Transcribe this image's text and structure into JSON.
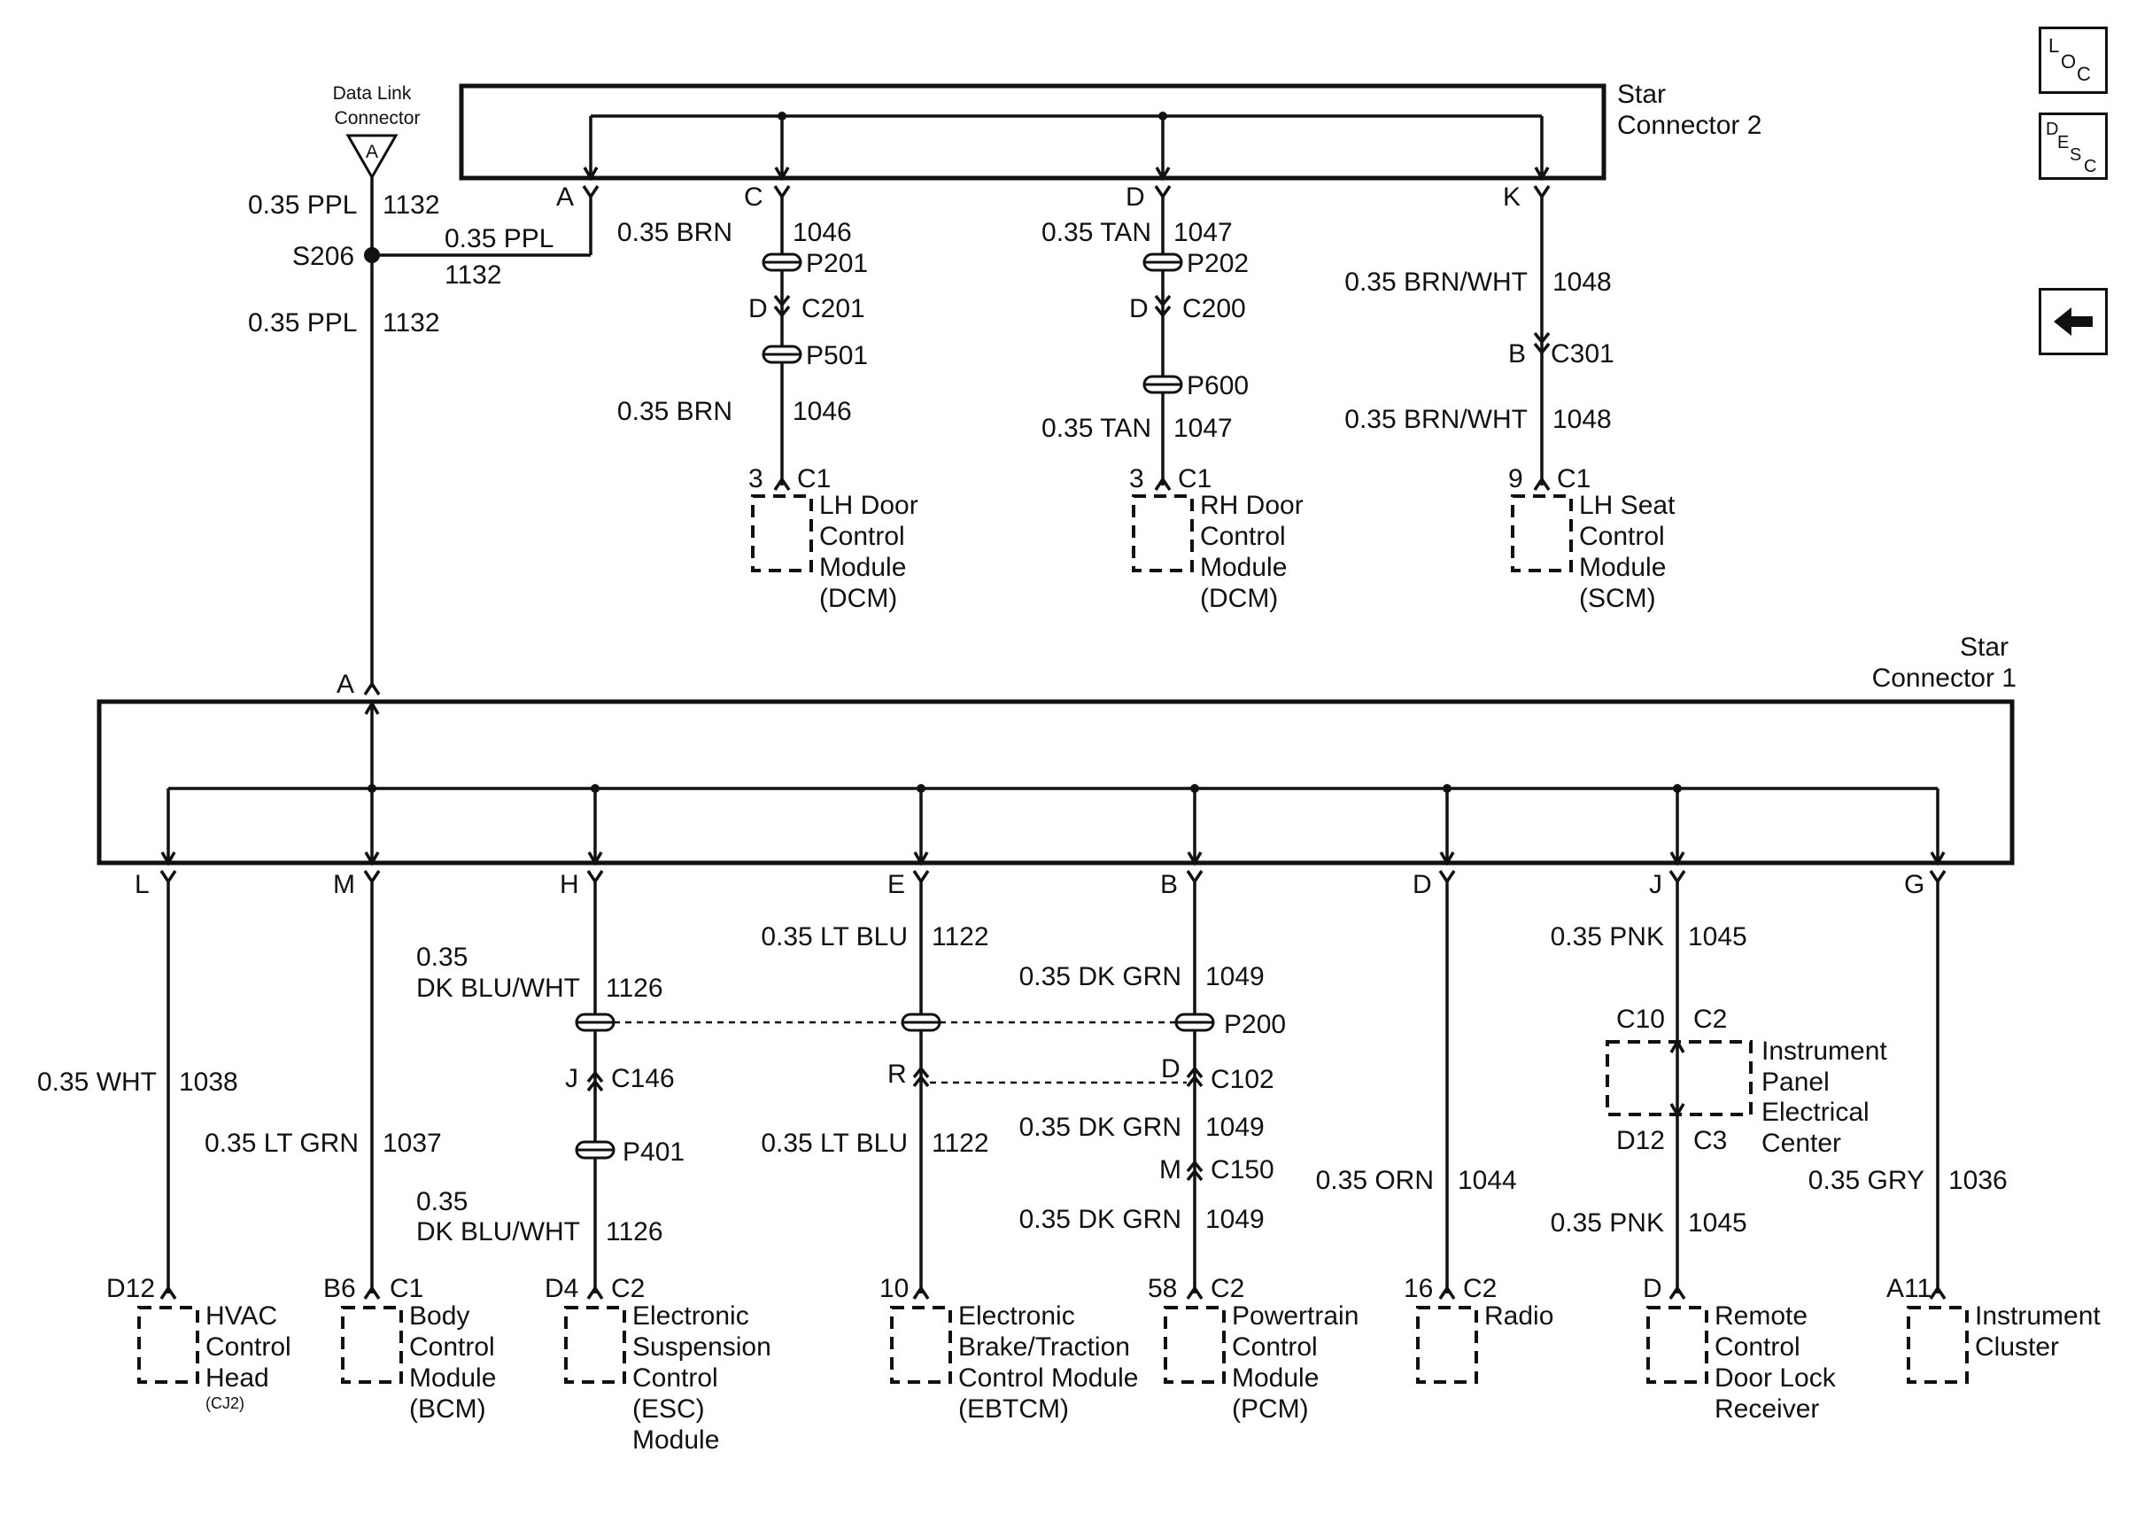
{
  "nav": {
    "loc_letters": [
      "L",
      "O",
      "C"
    ],
    "desc_letters": [
      "D",
      "E",
      "S",
      "C"
    ],
    "back_icon": "left-arrow-icon"
  },
  "star_connector_2": {
    "line1": "Star",
    "line2": "Connector 2"
  },
  "star_connector_1": {
    "line1": "Star",
    "line2": "Connector 1"
  },
  "dlc": {
    "line1": "Data Link",
    "line2": "Connector",
    "pin": "A"
  },
  "splice": {
    "name": "S206",
    "wire_up_gauge": "0.35 PPL",
    "wire_up_circuit": "1132",
    "wire_side_gauge": "0.35 PPL",
    "wire_side_circuit": "1132",
    "wire_down_gauge": "0.35 PPL",
    "wire_down_circuit": "1132",
    "sc2_pin": "A",
    "sc1_pin": "A"
  },
  "top_branches": {
    "lh_door": {
      "pin": "C",
      "gauge1": "0.35 BRN",
      "circuit1": "1046",
      "splice1": "P201",
      "conn_pin": "D",
      "conn": "C201",
      "splice2": "P501",
      "gauge2": "0.35 BRN",
      "circuit2": "1046",
      "mod_pin": "3",
      "mod_conn": "C1",
      "label": [
        "LH Door",
        "Control",
        "Module",
        "(DCM)"
      ]
    },
    "rh_door": {
      "pin": "D",
      "gauge1": "0.35 TAN",
      "circuit1": "1047",
      "splice1": "P202",
      "conn_pin": "D",
      "conn": "C200",
      "splice2": "P600",
      "gauge2": "0.35 TAN",
      "circuit2": "1047",
      "mod_pin": "3",
      "mod_conn": "C1",
      "label": [
        "RH Door",
        "Control",
        "Module",
        "(DCM)"
      ]
    },
    "lh_seat": {
      "pin": "K",
      "gauge1": "0.35 BRN/WHT",
      "circuit1": "1048",
      "conn_pin": "B",
      "conn": "C301",
      "gauge2": "0.35 BRN/WHT",
      "circuit2": "1048",
      "mod_pin": "9",
      "mod_conn": "C1",
      "label": [
        "LH Seat",
        "Control",
        "Module",
        "(SCM)"
      ]
    }
  },
  "bottom_branches": {
    "hvac": {
      "pin": "L",
      "gauge": "0.35 WHT",
      "circuit": "1038",
      "mod_pin": "D12",
      "label": [
        "HVAC",
        "Control",
        "Head"
      ],
      "sub": "(CJ2)"
    },
    "bcm": {
      "pin": "M",
      "gauge": "0.35 LT GRN",
      "circuit": "1037",
      "mod_pin": "B6",
      "mod_conn": "C1",
      "label": [
        "Body",
        "Control",
        "Module",
        "(BCM)"
      ]
    },
    "esc": {
      "pin": "H",
      "gauge1a": "0.35",
      "gauge1b": "DK BLU/WHT",
      "circuit1": "1126",
      "conn_pin": "J",
      "conn": "C146",
      "splice2": "P401",
      "gauge2a": "0.35",
      "gauge2b": "DK BLU/WHT",
      "circuit2": "1126",
      "mod_pin": "D4",
      "mod_conn": "C2",
      "label": [
        "Electronic",
        "Suspension",
        "Control",
        "(ESC)",
        "Module"
      ]
    },
    "ebtcm": {
      "pin": "E",
      "gauge1": "0.35 LT BLU",
      "circuit1": "1122",
      "conn_pin": "R",
      "gauge2": "0.35 LT BLU",
      "circuit2": "1122",
      "mod_pin": "10",
      "label": [
        "Electronic",
        "Brake/Traction",
        "Control Module",
        "(EBTCM)"
      ]
    },
    "pcm": {
      "pin": "B",
      "gauge1": "0.35 DK GRN",
      "circuit1": "1049",
      "splice": "P200",
      "conn_pin": "D",
      "conn": "C102",
      "gauge2": "0.35 DK GRN",
      "circuit2": "1049",
      "conn2_pin": "M",
      "conn2": "C150",
      "gauge3": "0.35 DK GRN",
      "circuit3": "1049",
      "mod_pin": "58",
      "mod_conn": "C2",
      "label": [
        "Powertrain",
        "Control",
        "Module",
        "(PCM)"
      ]
    },
    "radio": {
      "pin": "D",
      "gauge": "0.35 ORN",
      "circuit": "1044",
      "mod_pin": "16",
      "mod_conn": "C2",
      "label": [
        "Radio"
      ]
    },
    "rcdlr": {
      "pin": "J",
      "gauge1": "0.35 PNK",
      "circuit1": "1045",
      "ipec_pin1": "C10",
      "ipec_conn1": "C2",
      "ipec_pin2": "D12",
      "ipec_conn2": "C3",
      "ipec_label": [
        "Instrument",
        "Panel",
        "Electrical",
        "Center"
      ],
      "gauge2": "0.35 PNK",
      "circuit2": "1045",
      "mod_pin": "D",
      "label": [
        "Remote",
        "Control",
        "Door Lock",
        "Receiver"
      ]
    },
    "cluster": {
      "pin": "G",
      "gauge": "0.35 GRY",
      "circuit": "1036",
      "mod_pin": "A11",
      "label": [
        "Instrument",
        "Cluster"
      ]
    }
  }
}
